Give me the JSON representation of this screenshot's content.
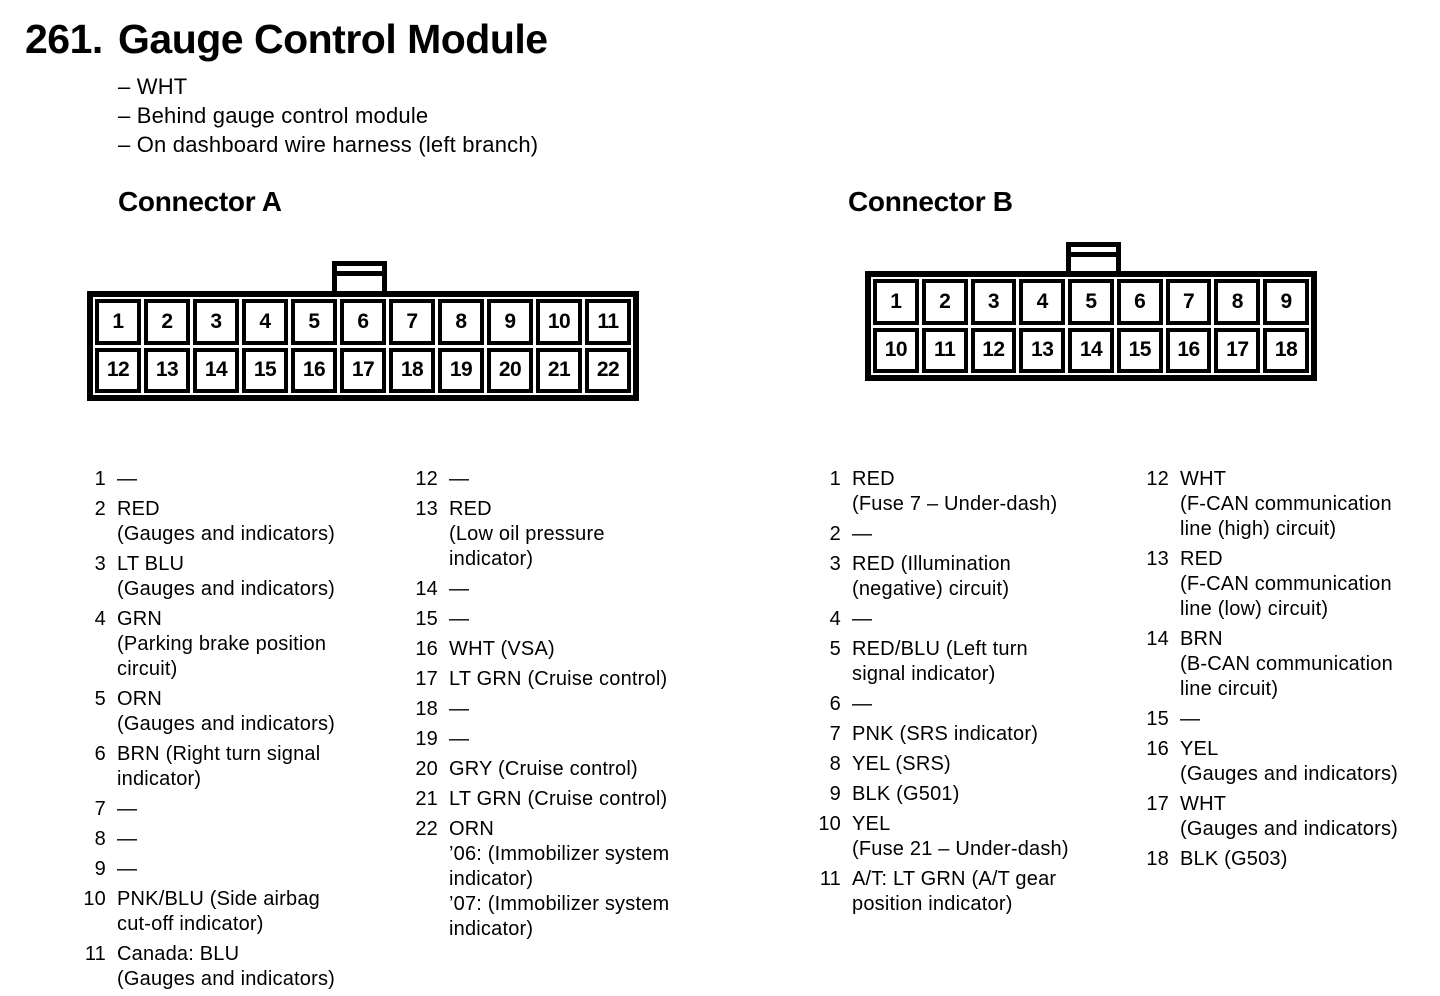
{
  "page": {
    "number": "261.",
    "title": "Gauge Control Module",
    "notes": [
      "– WHT",
      "– Behind gauge control module",
      "– On dashboard wire harness (left branch)"
    ]
  },
  "colors": {
    "ink": "#000000",
    "paper": "#ffffff"
  },
  "connector_a": {
    "label": "Connector A",
    "cells": [
      "1",
      "2",
      "3",
      "4",
      "5",
      "6",
      "7",
      "8",
      "9",
      "10",
      "11",
      "12",
      "13",
      "14",
      "15",
      "16",
      "17",
      "18",
      "19",
      "20",
      "21",
      "22"
    ],
    "pins_col1": [
      {
        "num": "1",
        "desc": "—"
      },
      {
        "num": "2",
        "desc": "RED\n(Gauges and indicators)"
      },
      {
        "num": "3",
        "desc": "LT BLU\n(Gauges and indicators)"
      },
      {
        "num": "4",
        "desc": "GRN\n(Parking brake position\ncircuit)"
      },
      {
        "num": "5",
        "desc": "ORN\n(Gauges and indicators)"
      },
      {
        "num": "6",
        "desc": "BRN (Right turn signal\nindicator)"
      },
      {
        "num": "7",
        "desc": "—"
      },
      {
        "num": "8",
        "desc": "—"
      },
      {
        "num": "9",
        "desc": "—"
      },
      {
        "num": "10",
        "desc": "PNK/BLU (Side airbag\ncut-off indicator)"
      },
      {
        "num": "11",
        "desc": "Canada: BLU\n(Gauges and indicators)"
      }
    ],
    "pins_col2": [
      {
        "num": "12",
        "desc": "—"
      },
      {
        "num": "13",
        "desc": "RED\n(Low oil pressure\nindicator)"
      },
      {
        "num": "14",
        "desc": "—"
      },
      {
        "num": "15",
        "desc": "—"
      },
      {
        "num": "16",
        "desc": "WHT (VSA)"
      },
      {
        "num": "17",
        "desc": "LT GRN (Cruise control)"
      },
      {
        "num": "18",
        "desc": "—"
      },
      {
        "num": "19",
        "desc": "—"
      },
      {
        "num": "20",
        "desc": "GRY (Cruise control)"
      },
      {
        "num": "21",
        "desc": "LT GRN (Cruise control)"
      },
      {
        "num": "22",
        "desc": "ORN\n’06: (Immobilizer system\nindicator)\n’07: (Immobilizer system\nindicator)"
      }
    ]
  },
  "connector_b": {
    "label": "Connector B",
    "cells": [
      "1",
      "2",
      "3",
      "4",
      "5",
      "6",
      "7",
      "8",
      "9",
      "10",
      "11",
      "12",
      "13",
      "14",
      "15",
      "16",
      "17",
      "18"
    ],
    "pins_col1": [
      {
        "num": "1",
        "desc": "RED\n(Fuse 7 – Under-dash)"
      },
      {
        "num": "2",
        "desc": "—"
      },
      {
        "num": "3",
        "desc": "RED (Illumination\n(negative) circuit)"
      },
      {
        "num": "4",
        "desc": "—"
      },
      {
        "num": "5",
        "desc": "RED/BLU (Left turn\nsignal indicator)"
      },
      {
        "num": "6",
        "desc": "—"
      },
      {
        "num": "7",
        "desc": "PNK (SRS indicator)"
      },
      {
        "num": "8",
        "desc": "YEL (SRS)"
      },
      {
        "num": "9",
        "desc": "BLK (G501)"
      },
      {
        "num": "10",
        "desc": "YEL\n(Fuse 21 – Under-dash)"
      },
      {
        "num": "11",
        "desc": "A/T: LT GRN (A/T gear\nposition indicator)"
      }
    ],
    "pins_col2": [
      {
        "num": "12",
        "desc": "WHT\n(F-CAN communication\nline (high) circuit)"
      },
      {
        "num": "13",
        "desc": "RED\n(F-CAN communication\nline (low) circuit)"
      },
      {
        "num": "14",
        "desc": "BRN\n(B-CAN communication\nline circuit)"
      },
      {
        "num": "15",
        "desc": "—"
      },
      {
        "num": "16",
        "desc": "YEL\n(Gauges and indicators)"
      },
      {
        "num": "17",
        "desc": "WHT\n(Gauges and indicators)"
      },
      {
        "num": "18",
        "desc": "BLK (G503)"
      }
    ]
  }
}
